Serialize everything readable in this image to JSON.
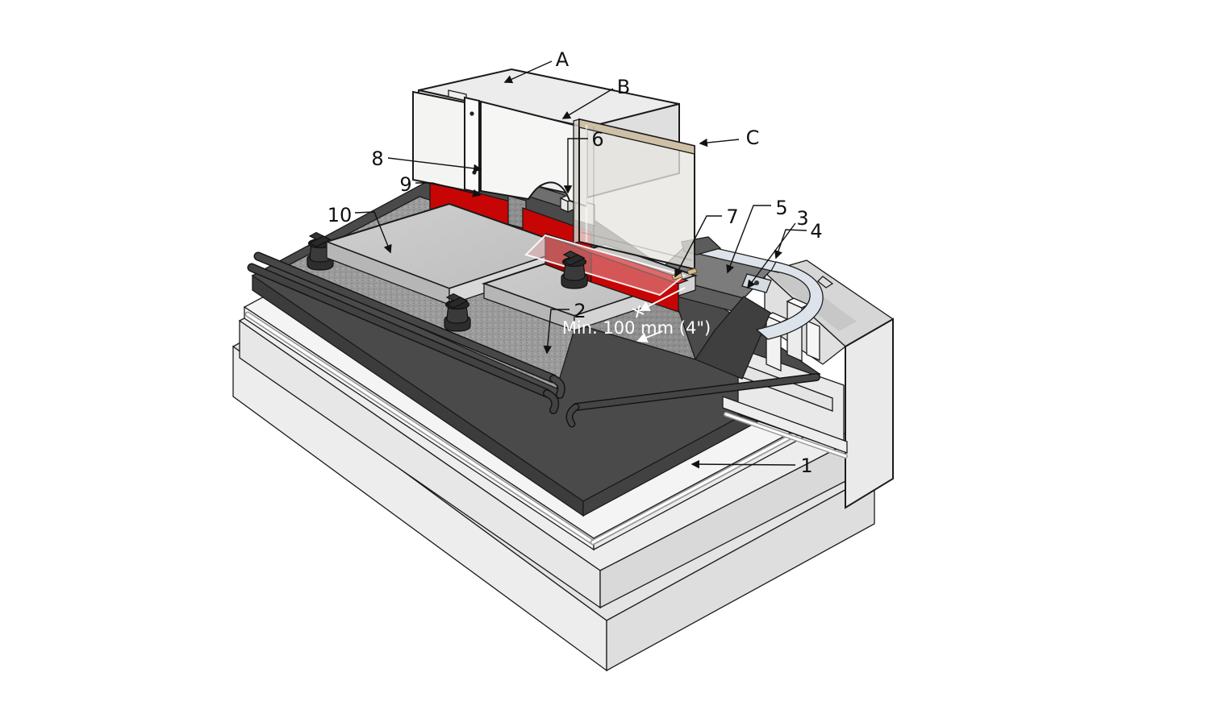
{
  "labels": {
    "a": "A",
    "b": "B",
    "c": "C",
    "n1": "1",
    "n2": "2",
    "n3": "3",
    "n4": "4",
    "n5": "5",
    "n6": "6",
    "n7": "7",
    "n8": "8",
    "n9": "9",
    "n10": "10"
  },
  "annotation": {
    "min_height": "Min. 100 mm (4\")"
  },
  "colors": {
    "red_flashing": "#C80505",
    "red_flashing_dark": "#9E0202",
    "membrane_dark": "#4A4A4A",
    "membrane_mid": "#7C7C7C",
    "metal_edge": "#DDE3EA",
    "glass_top_edge": "#CEC0A7",
    "concrete_light": "#ECECEC",
    "gravel_gray": "#9C9C9C",
    "pedestal_black": "#2D2D2D",
    "paver_gray": "#C9C9C9"
  }
}
